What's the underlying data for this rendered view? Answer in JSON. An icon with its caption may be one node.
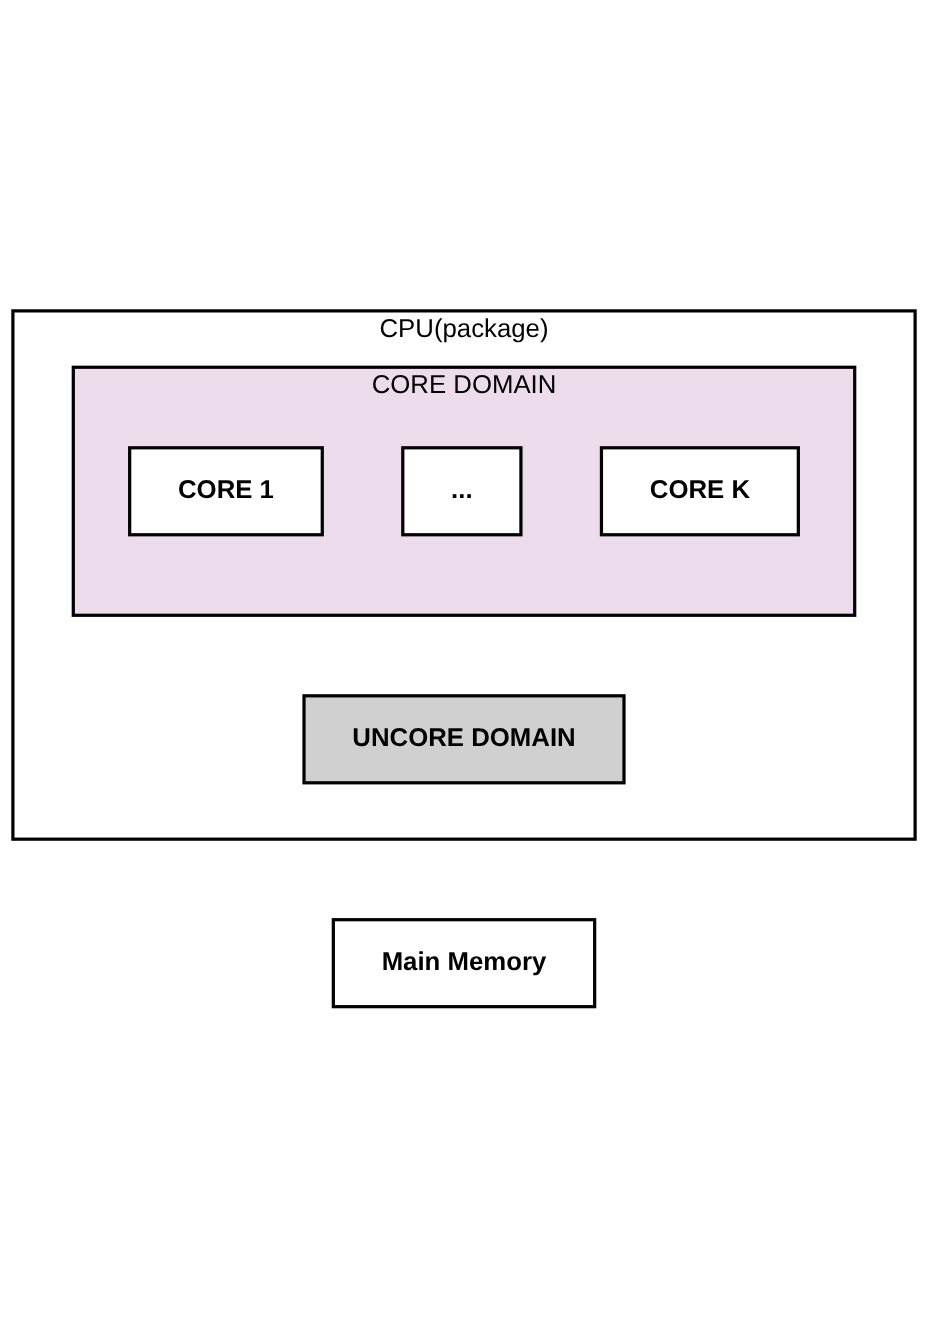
{
  "diagram": {
    "nodes": [
      {
        "text": [
          "CPU(package)"
        ]
      },
      {
        "text": [
          "CORE DOMAIN"
        ],
        "in": 0
      },
      {
        "text": [
          "CORE 1"
        ],
        "in": 1
      },
      {
        "text": [
          "..."
        ],
        "in": 1
      },
      {
        "text": [
          "CORE K"
        ],
        "in": 1
      },
      {
        "text": [
          "UNCORE DOMAIN"
        ],
        "in": 0
      },
      {
        "text": [
          "Main Memory"
        ]
      }
    ],
    "edges": []
  }
}
